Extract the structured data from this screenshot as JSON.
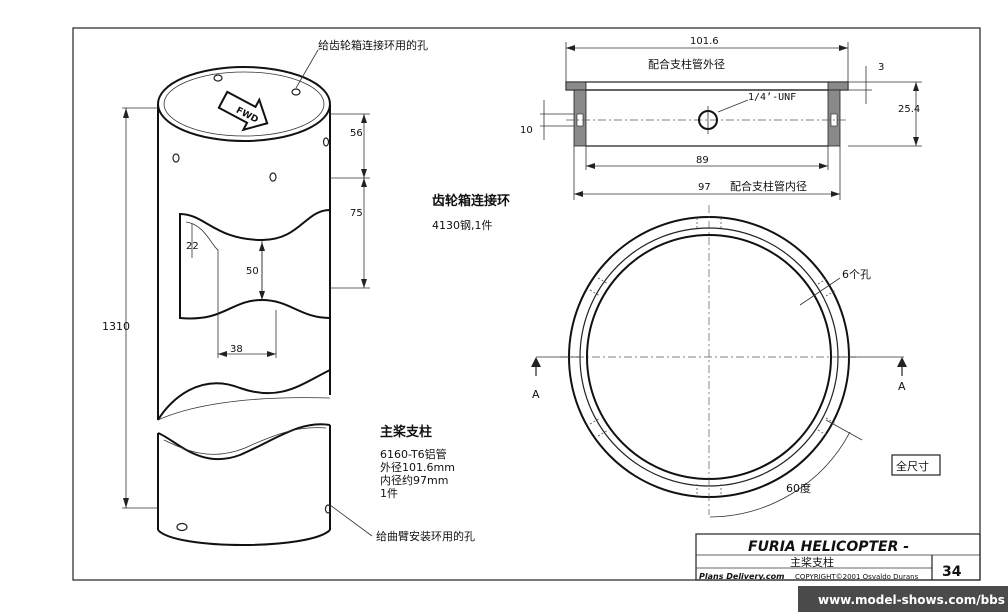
{
  "annotations": {
    "gearbox_hole": "给齿轮箱连接环用的孔",
    "fwd": "FWD",
    "crank_hole": "给曲臂安装环用的孔",
    "od_mating": "配合支柱管外径",
    "id_mating": "配合支柱管内径",
    "thread": "1/4’-UNF",
    "six_holes": "6个孔",
    "full_size": "全尺寸",
    "section_a_left": "A",
    "section_a_right": "A"
  },
  "dimensions": {
    "d1310": "1310",
    "d56": "56",
    "d75": "75",
    "d22": "22",
    "d50": "50",
    "d38": "38",
    "d101_6": "101.6",
    "d3": "3",
    "d25_4": "25.4",
    "d10": "10",
    "d89": "89",
    "d97": "97",
    "d60deg": "60度"
  },
  "gear_ring": {
    "title": "齿轮箱连接环",
    "material": "4130钢,1件"
  },
  "main_strut": {
    "title": "主桨支柱",
    "line1": "6160-T6铝管",
    "line2": "外径101.6mm",
    "line3": "内径约97mm",
    "line4": "1件"
  },
  "title_block": {
    "project": "FURIA HELICOPTER -",
    "part_name": "主桨支柱",
    "publisher": "Plans Delivery.com",
    "copyright": "COPYRIGHT©2001 Osvaldo Durans",
    "page_number": "34"
  },
  "watermark": "www.model-shows.com/bbs"
}
